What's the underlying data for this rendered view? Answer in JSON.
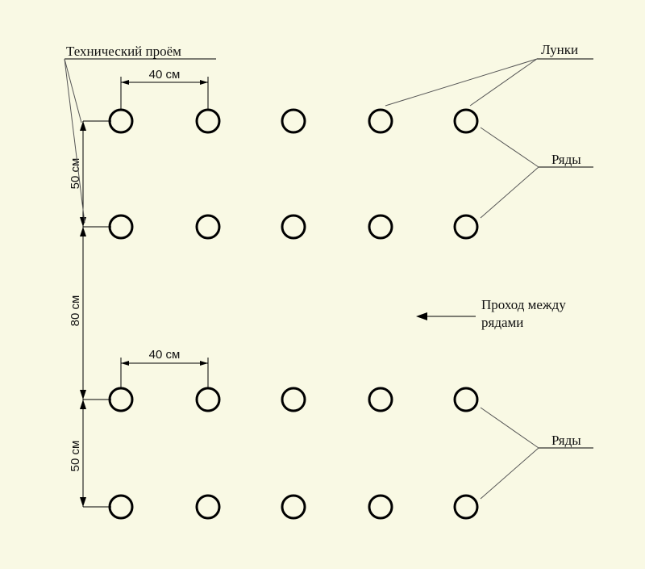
{
  "labels": {
    "technical_opening": "Технический проём",
    "holes": "Лунки",
    "rows_top": "Ряды",
    "rows_bottom": "Ряды",
    "passage_line1": "Проход между",
    "passage_line2": "рядами"
  },
  "dimensions": {
    "hole_spacing_top": "40 см",
    "hole_spacing_bottom": "40 см",
    "row_gap_top": "50 см",
    "passage_width": "80 см",
    "row_gap_bottom": "50 см"
  },
  "layout_grid": {
    "rows": 4,
    "holes_per_row": 5
  }
}
